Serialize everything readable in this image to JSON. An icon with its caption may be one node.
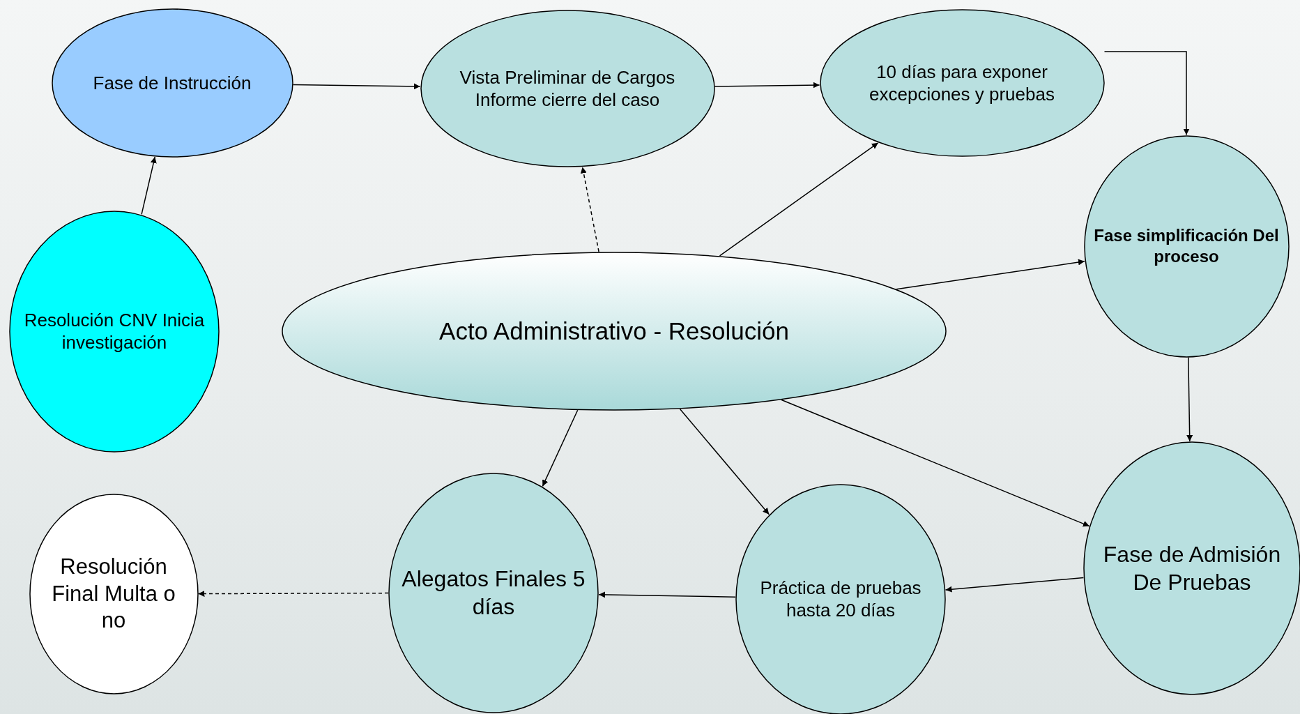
{
  "diagram": {
    "nodes": [
      {
        "text": [
          "Fase de Instrucción"
        ]
      },
      {
        "text": [
          "Vista Preliminar de Cargos",
          "Informe cierre del caso"
        ]
      },
      {
        "text": [
          "10 días para exponer excepciones y pruebas"
        ]
      },
      {
        "text": [
          "Fase simplificación Del proceso"
        ]
      },
      {
        "text": [
          "Resolución CNV Inicia investigación"
        ]
      },
      {
        "text": [
          "Acto Administrativo - Resolución"
        ]
      },
      {
        "text": [
          "Resolución Final Multa o no"
        ]
      },
      {
        "text": [
          "Alegatos Finales 5 días"
        ]
      },
      {
        "text": [
          "Práctica de pruebas hasta 20 días"
        ]
      },
      {
        "text": [
          "Fase de Admisión De Pruebas"
        ]
      }
    ],
    "edges": [
      {
        "from": 0,
        "to": 1,
        "arrow": "to"
      },
      {
        "from": 1,
        "to": 2,
        "arrow": "to"
      },
      {
        "from": 2,
        "to": 3,
        "arrow": "to"
      },
      {
        "from": 4,
        "to": 0,
        "arrow": "to"
      },
      {
        "from": 5,
        "to": 1,
        "arrow": "to",
        "style": "dashed"
      },
      {
        "from": 5,
        "to": 2,
        "arrow": "to"
      },
      {
        "from": 5,
        "to": 3,
        "arrow": "to"
      },
      {
        "from": 3,
        "to": 9,
        "arrow": "to"
      },
      {
        "from": 5,
        "to": 9,
        "arrow": "to"
      },
      {
        "from": 5,
        "to": 7,
        "arrow": "to"
      },
      {
        "from": 5,
        "to": 8,
        "arrow": "to"
      },
      {
        "from": 9,
        "to": 8,
        "arrow": "to"
      },
      {
        "from": 8,
        "to": 7,
        "arrow": "to"
      },
      {
        "from": 7,
        "to": 6,
        "arrow": "to",
        "style": "dashed"
      }
    ]
  }
}
